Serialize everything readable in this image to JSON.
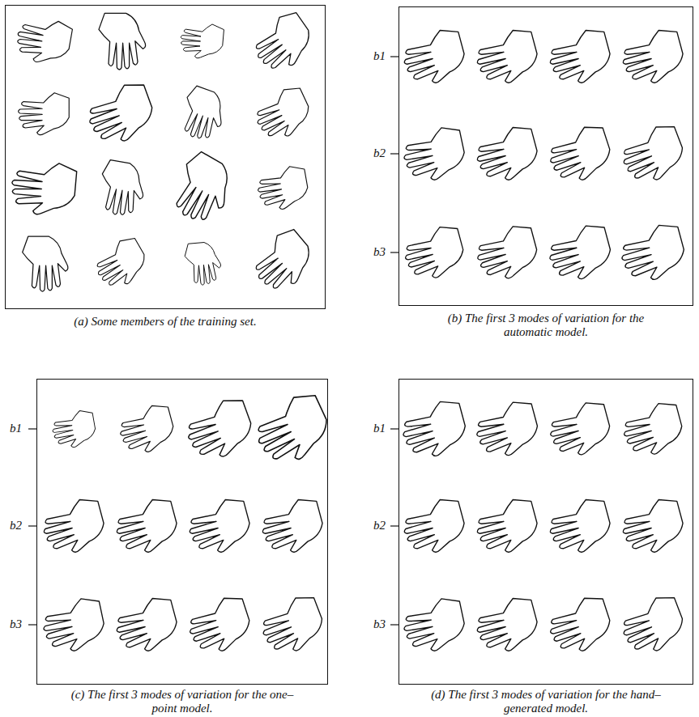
{
  "diagram": {
    "nodes": [
      {
        "text": [
          "(a) Some members of the training set."
        ]
      },
      {
        "text": [
          "(b) The first 3 modes of variation for the automatic model."
        ]
      },
      {
        "text": [
          "(c) The first 3 modes of variation for the one–point model."
        ]
      },
      {
        "text": [
          "(d) The first 3 modes of variation for the hand–generated model."
        ]
      }
    ],
    "labels": [
      "b1",
      "b2",
      "b3",
      "b1",
      "b2",
      "b3",
      "b1",
      "b2",
      "b3"
    ]
  }
}
